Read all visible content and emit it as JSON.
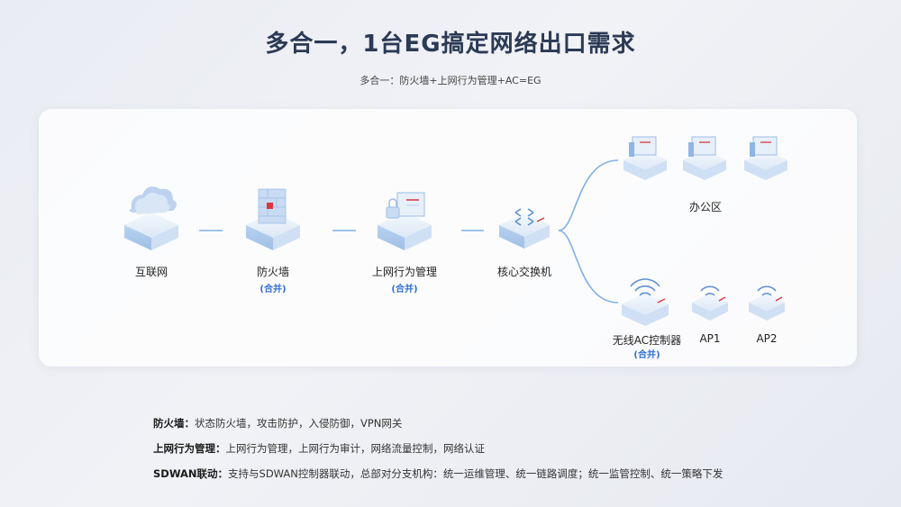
{
  "title": "多合一，1台EG搞定网络出口需求",
  "subtitle": "多合一：防火墙+上网行为管理+AC=EG",
  "nodes": {
    "internet": "互联网",
    "firewall": "防火墙",
    "behavior": "上网行为管理",
    "core_switch": "核心交换机",
    "office": "办公区",
    "wireless_ac": "无线AC控制器",
    "ap1": "AP1",
    "ap2": "AP2"
  },
  "merge_tag": "(合并)",
  "notes": [
    {
      "label": "防火墙：",
      "text": "状态防火墙，攻击防护，入侵防御，VPN网关"
    },
    {
      "label": "上网行为管理：",
      "text": "上网行为管理，上网行为审计，网络流量控制，网络认证"
    },
    {
      "label": "SDWAN联动：",
      "text": "支持与SDWAN控制器联动，总部对分支机构：统一运维管理、统一链路调度；统一监管控制、统一策略下发"
    }
  ],
  "colors": {
    "accent": "#2f6fd6",
    "line": "#7fb0e6",
    "title": "#2b3a55",
    "alert": "#d9363e"
  }
}
